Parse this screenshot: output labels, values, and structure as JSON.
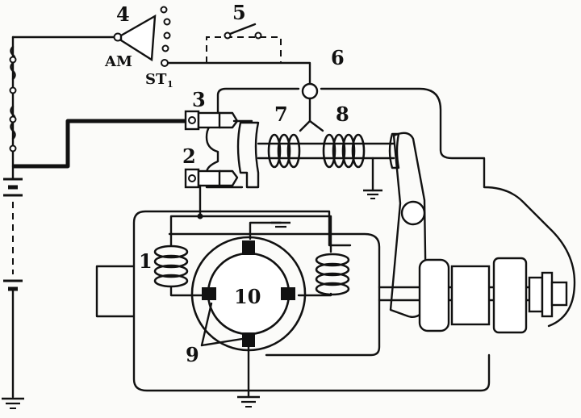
{
  "diagram": {
    "labels": {
      "n1": "1",
      "n2": "2",
      "n3": "3",
      "n4": "4",
      "n5": "5",
      "n6": "6",
      "n7": "7",
      "n8": "8",
      "n9": "9",
      "n10": "10"
    },
    "switch_terminals": {
      "am": "AM",
      "st": "ST",
      "st_sub": "1"
    }
  }
}
